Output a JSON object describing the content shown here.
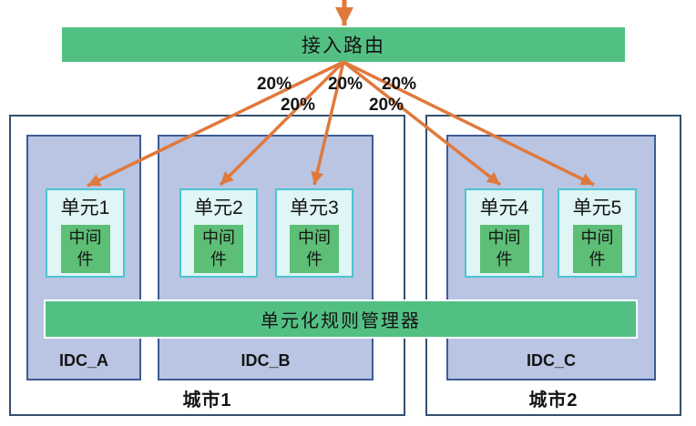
{
  "colors": {
    "bar-green": "#53C083",
    "middleware-green": "#5DBE76",
    "arrow-orange": "#E0793C",
    "idc-fill": "#B9C5E3",
    "idc-border": "#3E5C94",
    "unit-fill": "#DFF5F6",
    "unit-border": "#4BC5D0",
    "city-border": "#33506E"
  },
  "access_router": {
    "label": "接入路由"
  },
  "traffic_split": {
    "labels": [
      "20%",
      "20%",
      "20%",
      "20%",
      "20%"
    ]
  },
  "rule_manager": {
    "label": "单元化规则管理器"
  },
  "cities": [
    {
      "label": "城市1",
      "idcs": [
        {
          "label": "IDC_A",
          "units": [
            {
              "label": "单元1",
              "middleware_line1": "中间",
              "middleware_line2": "件"
            }
          ]
        },
        {
          "label": "IDC_B",
          "units": [
            {
              "label": "单元2",
              "middleware_line1": "中间",
              "middleware_line2": "件"
            },
            {
              "label": "单元3",
              "middleware_line1": "中间",
              "middleware_line2": "件"
            }
          ]
        }
      ]
    },
    {
      "label": "城市2",
      "idcs": [
        {
          "label": "IDC_C",
          "units": [
            {
              "label": "单元4",
              "middleware_line1": "中间",
              "middleware_line2": "件"
            },
            {
              "label": "单元5",
              "middleware_line1": "中间",
              "middleware_line2": "件"
            }
          ]
        }
      ]
    }
  ]
}
